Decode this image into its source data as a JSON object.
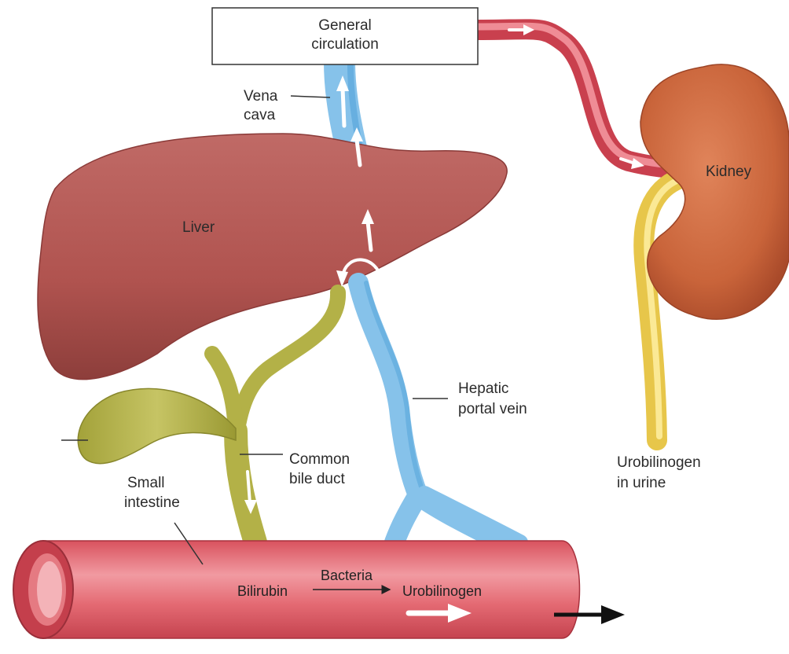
{
  "labels": {
    "general_circulation": [
      "General",
      "circulation"
    ],
    "vena_cava": [
      "Vena",
      "cava"
    ],
    "liver": "Liver",
    "kidney": "Kidney",
    "hepatic_portal_vein": [
      "Hepatic",
      "portal vein"
    ],
    "common_bile_duct": [
      "Common",
      "bile duct"
    ],
    "small_intestine": [
      "Small",
      "intestine"
    ],
    "urobilinogen_in_urine": [
      "Urobilinogen",
      "in urine"
    ],
    "bilirubin": "Bilirubin",
    "bacteria": "Bacteria",
    "urobilinogen": "Urobilinogen"
  },
  "colors": {
    "vein_blue": "#8cc6ec",
    "artery_red": "#e2626e",
    "liver": "#b55a57",
    "bile_green": "#b7b54e",
    "kidney": "#cf6a3f",
    "ureter_yellow": "#f2d45a",
    "intestine": "#e46a73"
  }
}
